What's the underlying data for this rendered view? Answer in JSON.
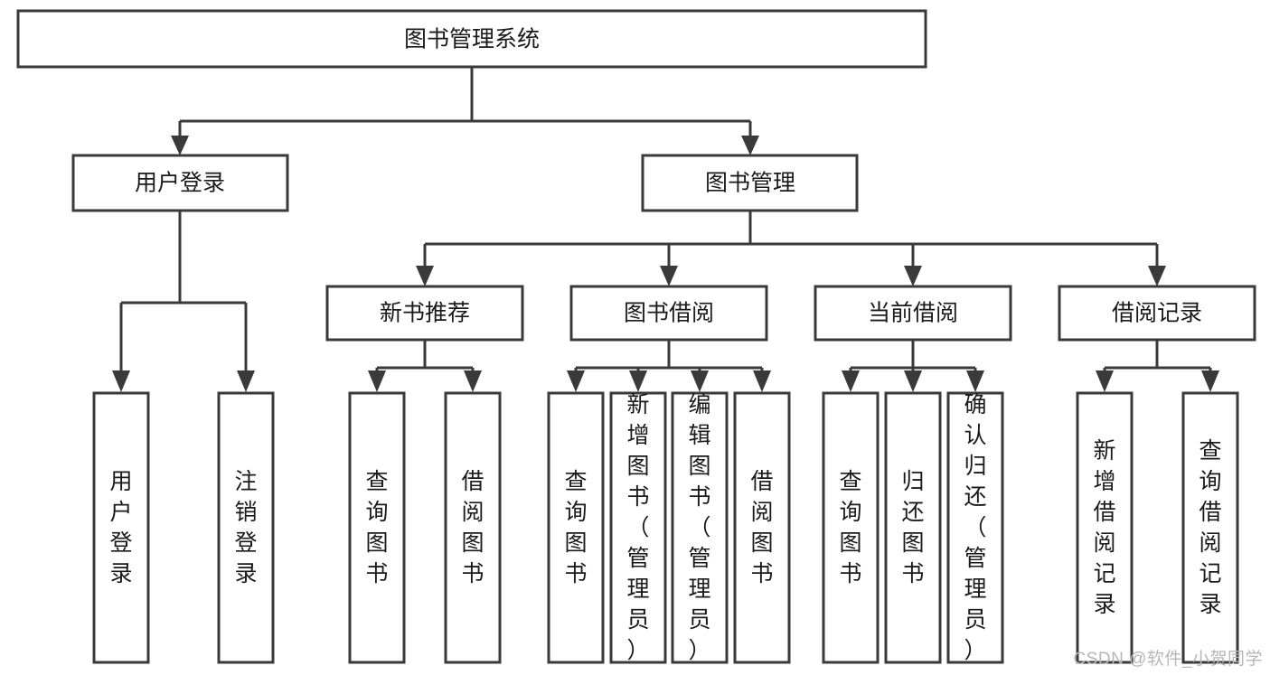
{
  "diagram": {
    "type": "tree-hierarchy",
    "orientation": "top-down",
    "root": {
      "id": "root",
      "label": "图书管理系统"
    },
    "level2": [
      {
        "id": "user-login",
        "label": "用户登录"
      },
      {
        "id": "book-manage",
        "label": "图书管理"
      }
    ],
    "level3": [
      {
        "id": "new-book-rec",
        "label": "新书推荐",
        "parent": "book-manage"
      },
      {
        "id": "book-borrow",
        "label": "图书借阅",
        "parent": "book-manage"
      },
      {
        "id": "current-borrow",
        "label": "当前借阅",
        "parent": "book-manage"
      },
      {
        "id": "borrow-record",
        "label": "借阅记录",
        "parent": "book-manage"
      }
    ],
    "leaves": [
      {
        "id": "leaf-user-login",
        "label": "用户登录",
        "parent": "user-login"
      },
      {
        "id": "leaf-user-logout",
        "label": "注销登录",
        "parent": "user-login"
      },
      {
        "id": "leaf-query-book-1",
        "label": "查询图书",
        "parent": "new-book-rec"
      },
      {
        "id": "leaf-borrow-book-1",
        "label": "借阅图书",
        "parent": "new-book-rec"
      },
      {
        "id": "leaf-query-book-2",
        "label": "查询图书",
        "parent": "book-borrow"
      },
      {
        "id": "leaf-add-book",
        "label": "新增图书（管理员）",
        "parent": "book-borrow"
      },
      {
        "id": "leaf-edit-book",
        "label": "编辑图书（管理员）",
        "parent": "book-borrow"
      },
      {
        "id": "leaf-borrow-book-2",
        "label": "借阅图书",
        "parent": "book-borrow"
      },
      {
        "id": "leaf-query-book-3",
        "label": "查询图书",
        "parent": "current-borrow"
      },
      {
        "id": "leaf-return-book",
        "label": "归还图书",
        "parent": "current-borrow"
      },
      {
        "id": "leaf-confirm-return",
        "label": "确认归还（管理员）",
        "parent": "current-borrow"
      },
      {
        "id": "leaf-add-record",
        "label": "新增借阅记录",
        "parent": "borrow-record"
      },
      {
        "id": "leaf-query-record",
        "label": "查询借阅记录",
        "parent": "borrow-record"
      }
    ]
  },
  "watermark": {
    "text": "CSDN @软件_小贺同学"
  },
  "colors": {
    "box_stroke": "#3a3a3a",
    "box_fill": "#ffffff",
    "text": "#1a1a1a",
    "background": "#ffffff",
    "watermark": "#b6b6b6"
  }
}
